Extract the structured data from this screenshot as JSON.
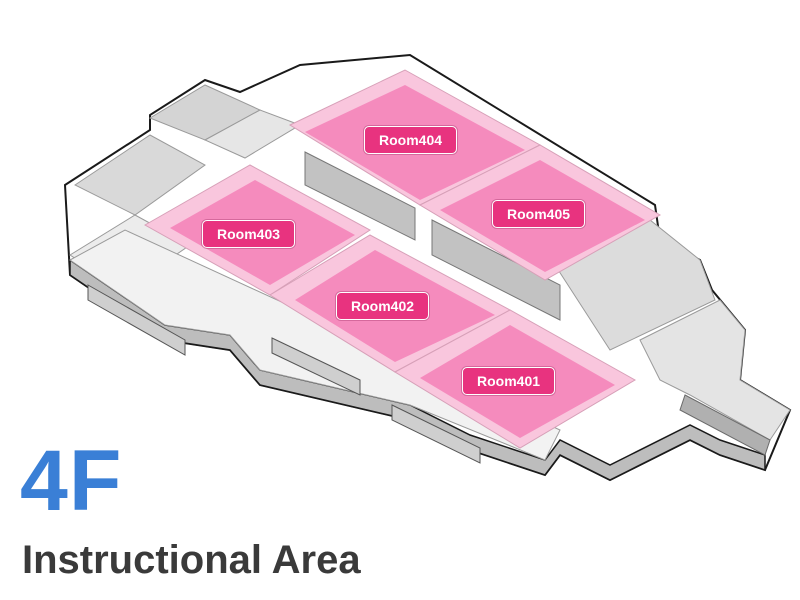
{
  "floor": {
    "number": "4F",
    "area_name": "Instructional Area"
  },
  "rooms": {
    "room404": {
      "label": "Room404"
    },
    "room405": {
      "label": "Room405"
    },
    "room403": {
      "label": "Room403"
    },
    "room402": {
      "label": "Room402"
    },
    "room401": {
      "label": "Room401"
    }
  },
  "colors": {
    "floor_number": "#3a7fd6",
    "area_name": "#3a3a3a",
    "room_label_bg": "#e8337f",
    "room_floor": "#f58bbd",
    "room_wall_tint": "#f9c6dd",
    "building_top": "#ffffff",
    "building_side": "#cfcfcf",
    "building_outline": "#1a1a1a"
  }
}
